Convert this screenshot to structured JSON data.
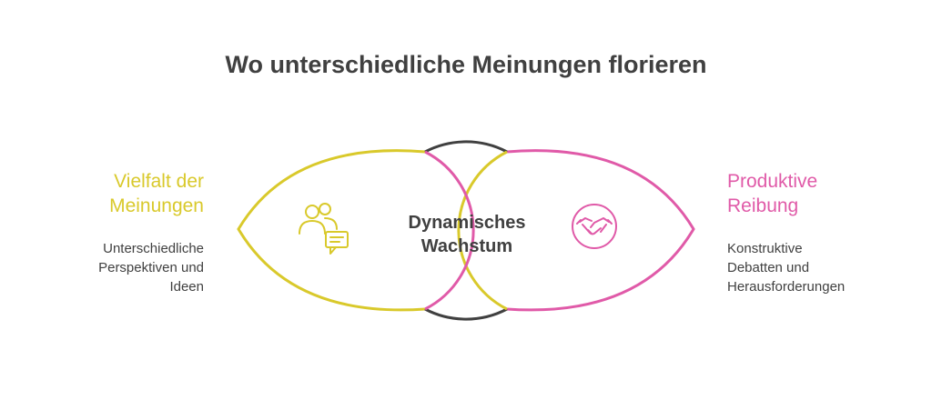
{
  "title": "Wo unterschiedliche Meinungen florieren",
  "center": {
    "line1": "Dynamisches",
    "line2": "Wachstum"
  },
  "left": {
    "title_line1": "Vielfalt der",
    "title_line2": "Meinungen",
    "desc_line1": "Unterschiedliche",
    "desc_line2": "Perspektiven und",
    "desc_line3": "Ideen",
    "color": "#d9c92b",
    "icon": "users-chat-icon"
  },
  "right": {
    "title_line1": "Produktive",
    "title_line2": "Reibung",
    "desc_line1": "Konstruktive",
    "desc_line2": "Debatten und",
    "desc_line3": "Herausforderungen",
    "color": "#e05aa8",
    "icon": "handshake-icon"
  },
  "center_color": "#404040"
}
